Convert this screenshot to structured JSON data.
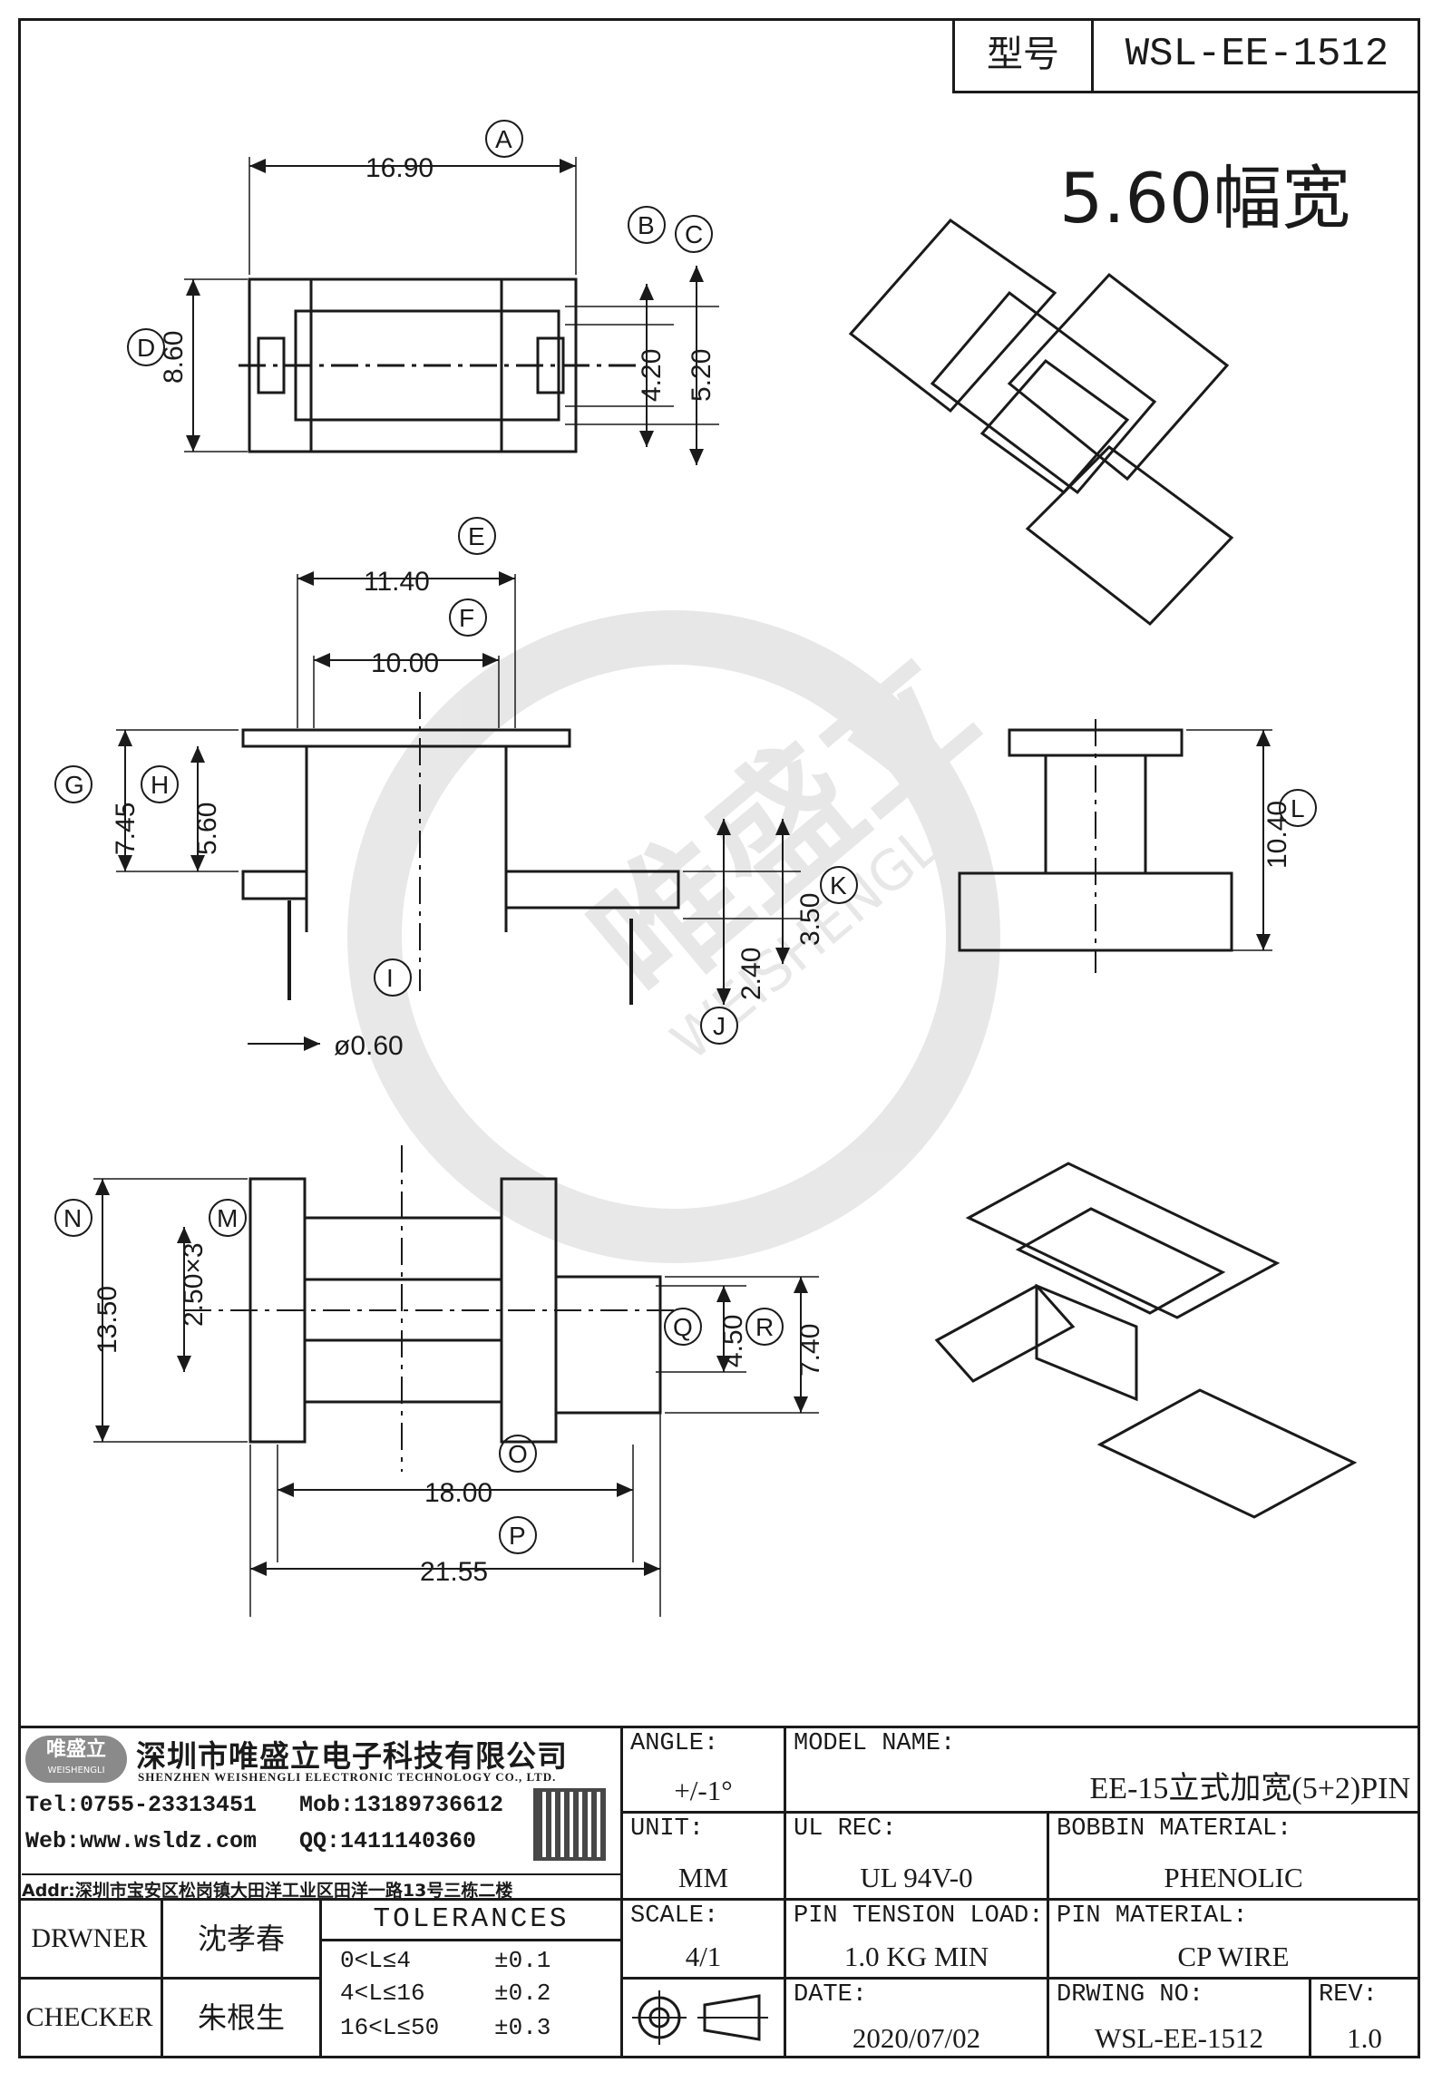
{
  "header": {
    "model_label": "型号",
    "model_value": "WSL-EE-1512",
    "width_note": "5.60幅宽"
  },
  "dimensions": {
    "A": "16.90",
    "B": "4.20",
    "C": "5.20",
    "D": "8.60",
    "E": "11.40",
    "F": "10.00",
    "G": "7.45",
    "H": "5.60",
    "I": "ø0.60",
    "J": "2.40",
    "K": "3.50",
    "L": "10.40",
    "M": "2.50×3",
    "N": "13.50",
    "O": "18.00",
    "P": "21.55",
    "Q": "4.50",
    "R": "7.40"
  },
  "watermark": {
    "brand": "唯盛立",
    "pinyin": "WEISHENGLI"
  },
  "company": {
    "name_cn": "深圳市唯盛立电子科技有限公司",
    "name_en": "SHENZHEN WEISHENGLI ELECTRONIC TECHNOLOGY CO., LTD.",
    "logo_text": "唯盛立",
    "logo_sub": "WEISHENGLI",
    "tel": "Tel:0755-23313451",
    "mob": "Mob:13189736612",
    "web": "Web:www.wsldz.com",
    "qq": "QQ:1411140360",
    "addr": "Addr:深圳市宝安区松岗镇大田洋工业区田洋一路13号三栋二楼"
  },
  "title_block": {
    "angle_label": "ANGLE:",
    "angle_value": "+/-1°",
    "model_name_label": "MODEL NAME:",
    "model_name_value": "EE-15立式加宽(5+2)PIN",
    "unit_label": "UNIT:",
    "unit_value": "MM",
    "ul_label": "UL REC:",
    "ul_value": "UL 94V-0",
    "bobbin_label": "BOBBIN MATERIAL:",
    "bobbin_value": "PHENOLIC",
    "scale_label": "SCALE:",
    "scale_value": "4/1",
    "pin_tension_label": "PIN TENSION LOAD:",
    "pin_tension_value": "1.0 KG MIN",
    "pin_material_label": "PIN MATERIAL:",
    "pin_material_value": "CP WIRE",
    "date_label": "DATE:",
    "date_value": "2020/07/02",
    "drawing_no_label": "DRWING NO:",
    "drawing_no_value": "WSL-EE-1512",
    "rev_label": "REV:",
    "rev_value": "1.0",
    "drawer_label": "DRWNER",
    "drawer_value": "沈孝春",
    "checker_label": "CHECKER",
    "checker_value": "朱根生",
    "tolerances_title": "TOLERANCES",
    "tol_rows": [
      {
        "range": "0<L≤4",
        "tol": "±0.1"
      },
      {
        "range": "4<L≤16",
        "tol": "±0.2"
      },
      {
        "range": "16<L≤50",
        "tol": "±0.3"
      }
    ]
  }
}
